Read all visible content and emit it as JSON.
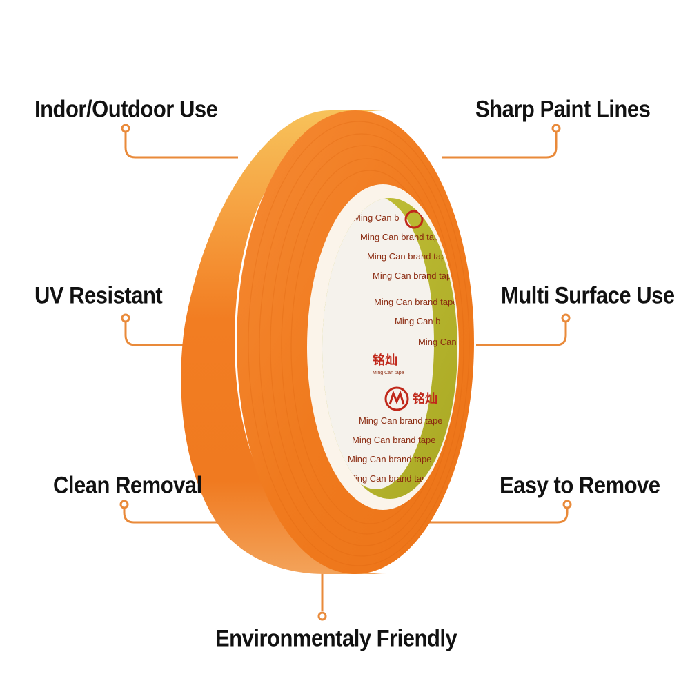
{
  "image": {
    "subject": "orange masking tape roll",
    "background_color": "#ffffff",
    "accent_color": "#e98a3a",
    "tape_color": "#f07a1e",
    "core_color": "#b8b52a"
  },
  "features": {
    "indoor_outdoor": "Indor/Outdoor Use",
    "sharp_lines": "Sharp Paint Lines",
    "uv_resistant": "UV Resistant",
    "multi_surface": "Multi Surface Use",
    "clean_removal": "Clean Removal",
    "easy_remove": "Easy to Remove",
    "eco_friendly": "Environmentaly Friendly"
  },
  "core_print": {
    "brand_text": "Ming Can brand tape",
    "brand_text_short": "Ming Can b",
    "brand_cn": "铭灿",
    "sub_brand": "Ming Can tape",
    "registered": "®"
  }
}
